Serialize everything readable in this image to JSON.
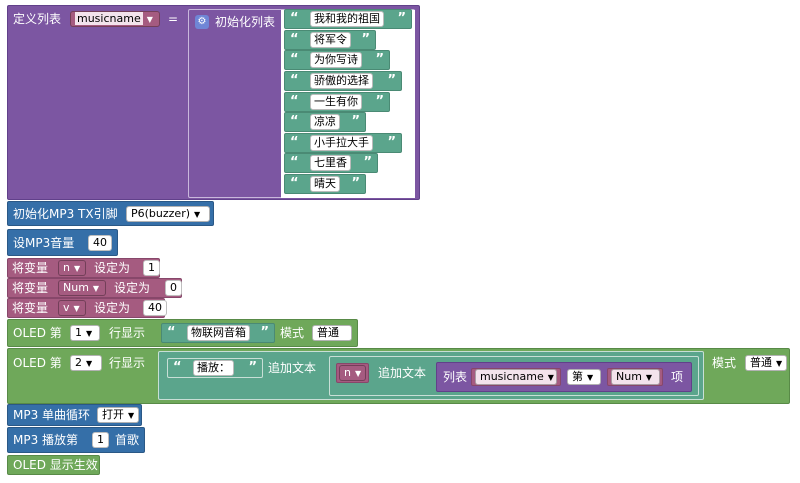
{
  "define_list": {
    "title": "定义列表",
    "var": "musicname",
    "eq": "=",
    "init_label": "初始化列表",
    "items": [
      "我和我的祖国",
      "将军令",
      "为你写诗",
      "骄傲的选择",
      "一生有你",
      "凉凉",
      "小手拉大手",
      "七里香",
      "晴天"
    ]
  },
  "mp3_init": {
    "label": "初始化MP3 TX引脚",
    "pin": "P6(buzzer)"
  },
  "mp3_volume": {
    "label": "设MP3音量",
    "value": "40"
  },
  "set_vars": [
    {
      "prefix": "将变量",
      "var": "n",
      "mid": "设定为",
      "value": "1"
    },
    {
      "prefix": "将变量",
      "var": "Num",
      "mid": "设定为",
      "value": "0"
    },
    {
      "prefix": "将变量",
      "var": "v",
      "mid": "设定为",
      "value": "40"
    }
  ],
  "oled1": {
    "oled": "OLED 第",
    "line": "1",
    "show": "行显示",
    "text": "物联网音箱",
    "mode_label": "模式",
    "mode": "普通"
  },
  "oled2": {
    "oled": "OLED 第",
    "line": "2",
    "show": "行显示",
    "text": "播放：",
    "append": "追加文本",
    "var": "n",
    "append2": "追加文本",
    "list_label": "列表",
    "list_var": "musicname",
    "index_label": "第",
    "index_var": "Num",
    "item_label": "项",
    "mode_label": "模式",
    "mode": "普通"
  },
  "mp3_loop": {
    "label": "MP3 单曲循环",
    "value": "打开"
  },
  "mp3_play": {
    "label": "MP3 播放第",
    "value": "1",
    "suffix": "首歌"
  },
  "oled_refresh": {
    "label": "OLED 显示生效"
  },
  "colors": {
    "list": "#7c56a2",
    "mp3": "#356fa8",
    "var": "#a55b80",
    "oled": "#6fa85a",
    "string": "#5ba58c"
  }
}
